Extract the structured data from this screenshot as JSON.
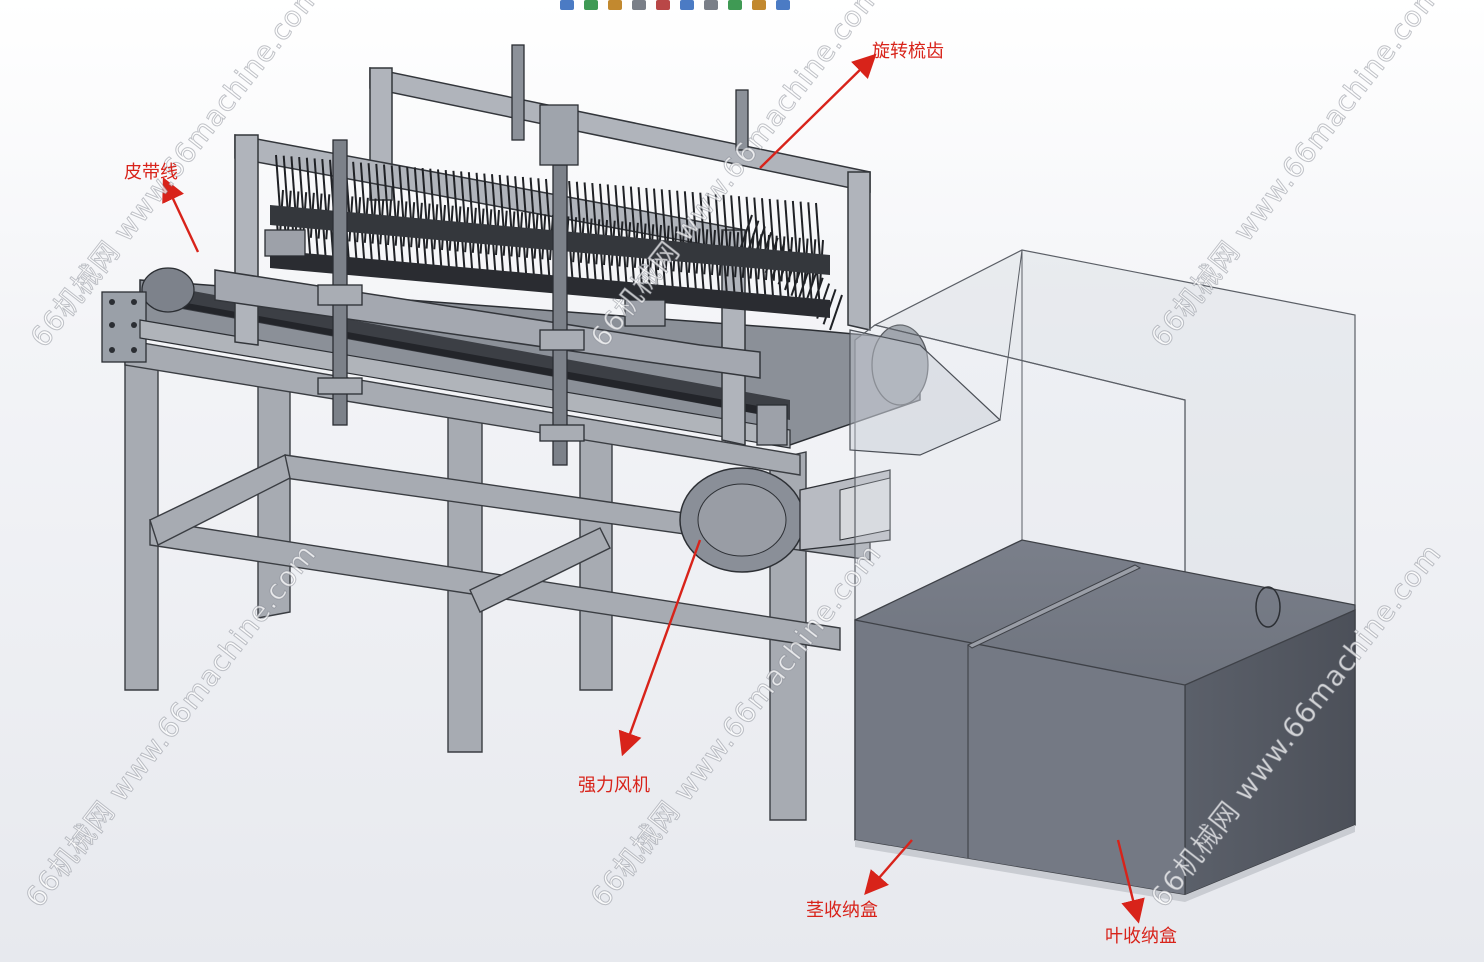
{
  "labels": {
    "belt_line": "皮带线",
    "rotating_comb": "旋转梳齿",
    "blower": "强力风机",
    "stem_box": "茎收纳盒",
    "leaf_box": "叶收纳盒"
  },
  "watermark": {
    "text": "66机械网 www.66machine.com"
  },
  "icons": [
    "toolbar-tool-icon",
    "toolbar-tool-icon",
    "toolbar-tool-icon",
    "toolbar-tool-icon",
    "toolbar-tool-icon",
    "toolbar-tool-icon",
    "toolbar-tool-icon",
    "toolbar-tool-icon",
    "toolbar-tool-icon",
    "toolbar-tool-icon"
  ],
  "colors": {
    "label_red": "#d8231a",
    "frame": "#9fa3ab",
    "frame_dark": "#6d727b",
    "box_fill": "#6f7480"
  }
}
